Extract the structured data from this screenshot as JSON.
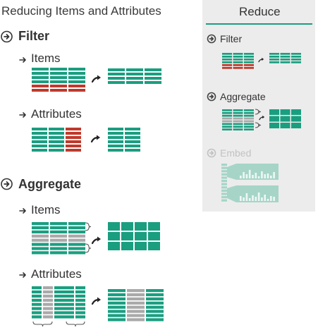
{
  "title": "Reducing Items and Attributes",
  "main": {
    "filter": {
      "label": "Filter",
      "items_label": "Items",
      "attributes_label": "Attributes"
    },
    "aggregate": {
      "label": "Aggregate",
      "items_label": "Items",
      "attributes_label": "Attributes"
    }
  },
  "sidebar": {
    "heading": "Reduce",
    "filter_label": "Filter",
    "aggregate_label": "Aggregate",
    "embed_label": "Embed"
  },
  "colors": {
    "teal": "#1a9e80",
    "red": "#c0392b",
    "gray": "#a9a9a9",
    "light_teal": "#a6d5c8",
    "panel": "#ececec",
    "accent_line": "#1a9e80"
  },
  "icons": [
    "circle-arrow-icon",
    "small-arrow-icon",
    "curved-arrow-icon",
    "bracket-icon"
  ]
}
